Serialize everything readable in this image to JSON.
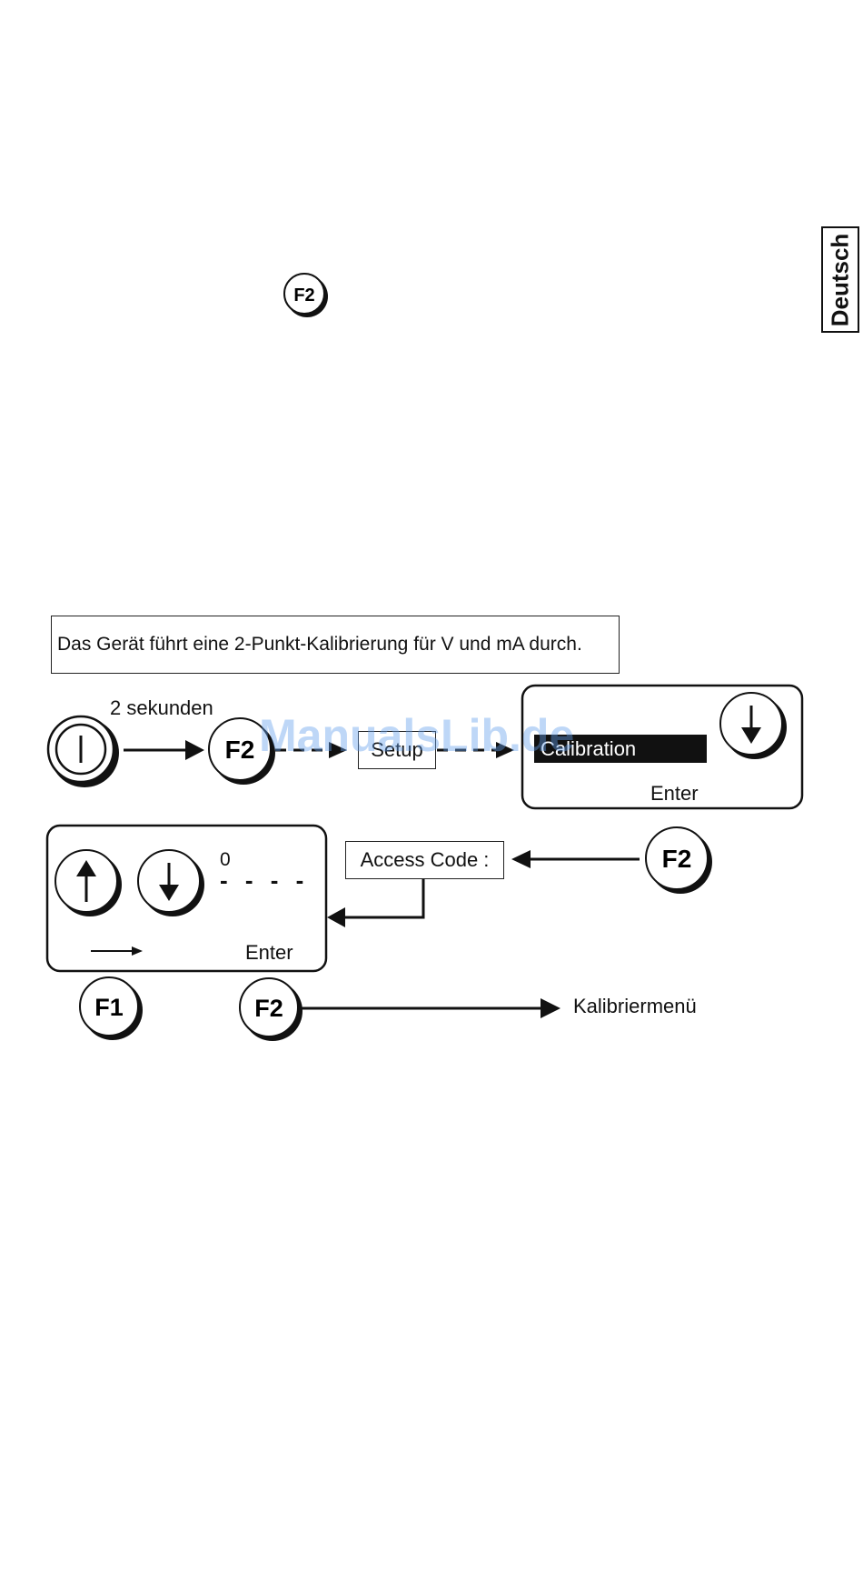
{
  "side_tab": {
    "label": "Deutsch"
  },
  "inline_key": {
    "label": "F2"
  },
  "note": "Das Gerät führt eine 2-Punkt-Kalibrierung für V und mA durch.",
  "step1": {
    "duration_label": "2 sekunden",
    "f2_key": "F2",
    "setup_label": "Setup"
  },
  "calibration_display": {
    "highlight_label": "Calibration",
    "enter_label": "Enter"
  },
  "access_code": {
    "label": "Access Code :",
    "f2_key": "F2"
  },
  "code_display": {
    "digit": "0",
    "placeholder": "- - - -",
    "enter_label": "Enter"
  },
  "bottom_keys": {
    "f1_key": "F1",
    "f2_key": "F2",
    "target_label": "Kalibriermenü"
  },
  "watermark": "ManualsLib.de"
}
